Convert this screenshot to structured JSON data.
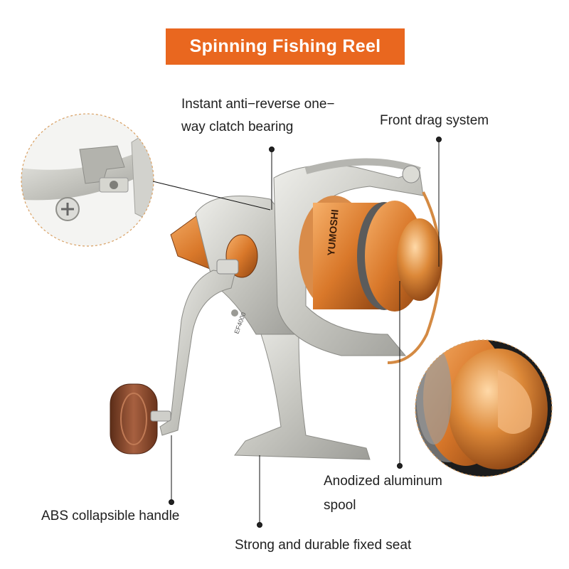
{
  "title": "Spinning Fishing Reel",
  "labels": {
    "bearing_line1": "Instant anti−reverse one−",
    "bearing_line2": "way clatch bearing",
    "drag": "Front drag system",
    "spool_line1": "Anodized aluminum",
    "spool_line2": "spool",
    "handle": "ABS collapsible handle",
    "seat": "Strong and durable fixed seat"
  },
  "product": {
    "model_marking": "EF4000",
    "spool_brand": "YUMOSHI"
  },
  "colors": {
    "banner": "#e9671f",
    "orange_metal": "#d9782a",
    "silver_body": "#c9c9c4",
    "wood": "#8a4a2b",
    "text": "#1f1f1f"
  }
}
